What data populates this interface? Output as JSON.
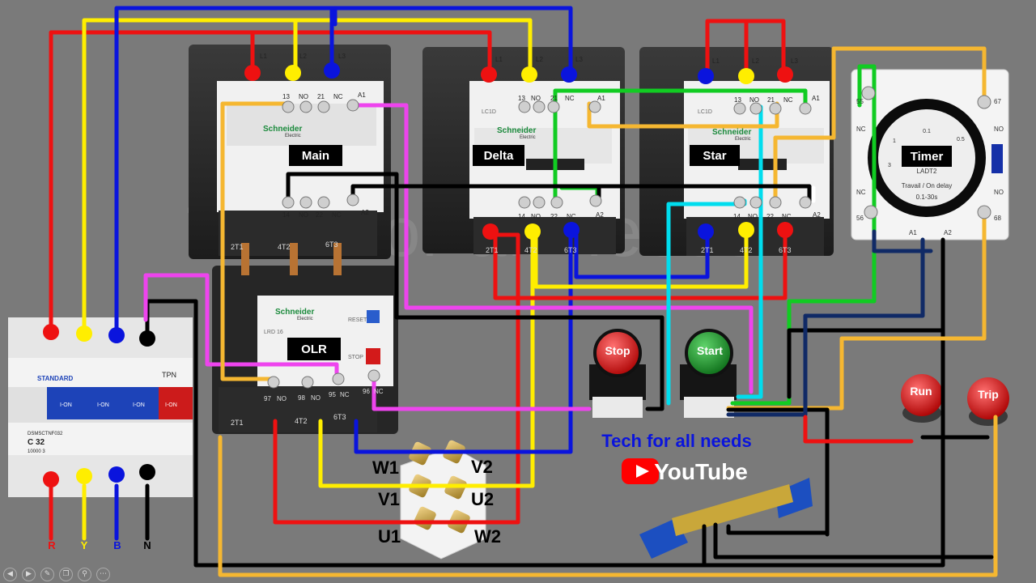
{
  "watermark": "Tech for all needs",
  "breaker": {
    "brand": "STANDARD",
    "model": "DSMSCTNF032",
    "rating": "C 32",
    "tpn": "TPN",
    "ion": "I-ON",
    "code": "10000 3"
  },
  "contactors": {
    "main_label": "Main",
    "delta_label": "Delta",
    "star_label": "Star",
    "brand": "Schneider",
    "sub": "Electric",
    "lc": "LC1D",
    "term_top": [
      "13",
      "NO",
      "21",
      "NC",
      "A1"
    ],
    "term_bottom": [
      "14",
      "NO",
      "22",
      "NC",
      "A2"
    ],
    "line": [
      "L1",
      "L2",
      "L3"
    ],
    "out": [
      "2T1",
      "4T2",
      "6T3"
    ]
  },
  "olr": {
    "label": "OLR",
    "model": "LRD 16",
    "reset": "RESET",
    "stop": "STOP",
    "terms": [
      "97",
      "NO",
      "98",
      "NO",
      "95",
      "NC",
      "96",
      "NC"
    ],
    "out": [
      "2T1",
      "4T2",
      "6T3"
    ]
  },
  "timer": {
    "label": "Timer",
    "model": "LADT2",
    "desc": "Travail / On delay",
    "range": "0.1-30s",
    "t55": "55",
    "t56": "56",
    "t67": "67",
    "t68": "68",
    "nc": "NC",
    "no": "NO",
    "a1": "A1",
    "a2": "A2",
    "scale": [
      "0.1",
      "0.5",
      "1",
      "3"
    ]
  },
  "buttons": {
    "stop": "Stop",
    "start": "Start",
    "run": "Run",
    "trip": "Trip"
  },
  "motor": {
    "w1": "W1",
    "v2": "V2",
    "v1": "V1",
    "u2": "U2",
    "u1": "U1",
    "w2": "W2"
  },
  "phases": {
    "r": "R",
    "y": "Y",
    "b": "B",
    "n": "N"
  },
  "branding": {
    "channel": "Tech for all needs",
    "youtube": "YouTube"
  },
  "colors": {
    "red": "#ee1111",
    "yellow": "#ffee00",
    "blue": "#0a14dd",
    "black": "#000000",
    "magenta": "#ee44ee",
    "cyan": "#00ddee",
    "green": "#11cc22",
    "orange": "#f5b731",
    "navy": "#102a66"
  }
}
